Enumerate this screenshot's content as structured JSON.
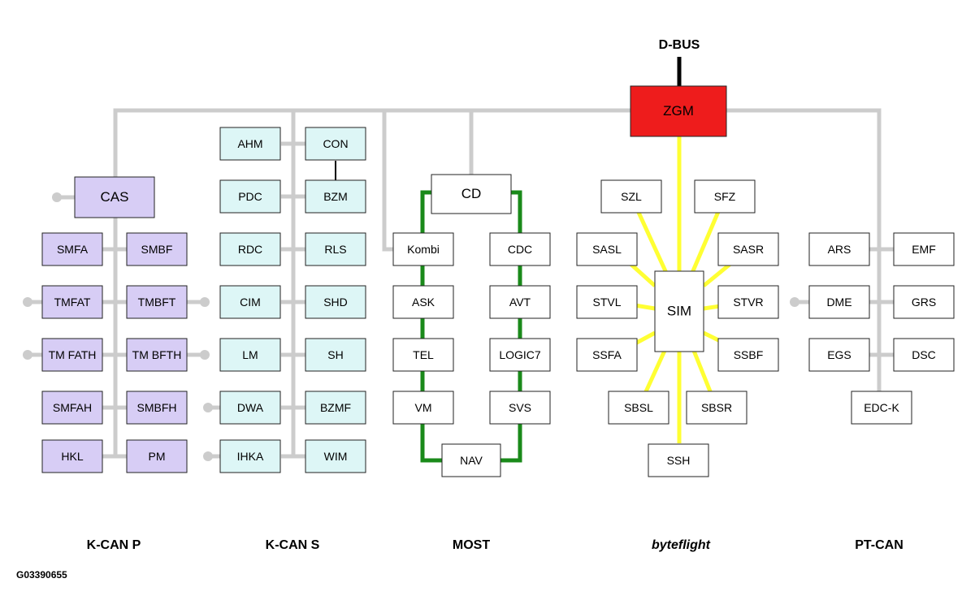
{
  "top_label": "D-BUS",
  "gateway": "ZGM",
  "kcan_p": {
    "label": "K-CAN P",
    "cas": "CAS",
    "left": [
      "SMFA",
      "TMFAT",
      "TM FATH",
      "SMFAH",
      "HKL"
    ],
    "right": [
      "SMBF",
      "TMBFT",
      "TM BFTH",
      "SMBFH",
      "PM"
    ]
  },
  "kcan_s": {
    "label": "K-CAN S",
    "left": [
      "AHM",
      "PDC",
      "RDC",
      "CIM",
      "LM",
      "DWA",
      "IHKA"
    ],
    "right": [
      "CON",
      "BZM",
      "RLS",
      "SHD",
      "SH",
      "BZMF",
      "WIM"
    ]
  },
  "most": {
    "label": "MOST",
    "top": "CD",
    "left": [
      "Kombi",
      "ASK",
      "TEL",
      "VM"
    ],
    "right": [
      "CDC",
      "AVT",
      "LOGIC7",
      "SVS"
    ],
    "bottom": "NAV"
  },
  "byteflight": {
    "label": "byteflight",
    "center": "SIM",
    "satellites": [
      "SZL",
      "SFZ",
      "SASL",
      "SASR",
      "STVL",
      "STVR",
      "SSFA",
      "SSBF",
      "SBSL",
      "SBSR",
      "SSH"
    ]
  },
  "ptcan": {
    "label": "PT-CAN",
    "left": [
      "ARS",
      "DME",
      "EGS"
    ],
    "right": [
      "EMF",
      "GRS",
      "DSC"
    ],
    "bottom": "EDC-K"
  },
  "figure_id": "G03390655",
  "colors": {
    "gateway": "#ee1c1c",
    "kcan_p_box": "#d7cdf5",
    "kcan_s_box": "#ddf6f6",
    "bus_line": "#cccccc",
    "most_ring": "#1a8a1a",
    "byteflight_line": "#ffff33"
  }
}
